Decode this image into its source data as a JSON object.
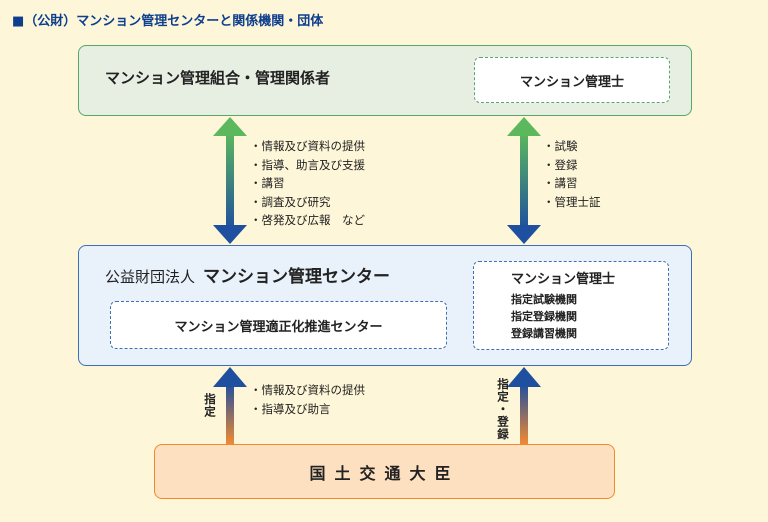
{
  "title": "■（公財）マンション管理センターと関係機関・団体",
  "top": {
    "label": "マンション管理組合・管理関係者",
    "sub": "マンション管理士"
  },
  "mid": {
    "prefix": "公益財団法人",
    "name": "マンション管理センター",
    "sub1": "マンション管理適正化推進センター",
    "sub2": {
      "heading": "マンション管理士",
      "lines": [
        "指定試験機関",
        "指定登録機関",
        "登録講習機関"
      ]
    }
  },
  "bottom": {
    "label": "国土交通大臣"
  },
  "left_upper_list": [
    "情報及び資料の提供",
    "指導、助言及び支援",
    "講習",
    "調査及び研究",
    "啓発及び広報　など"
  ],
  "right_upper_list": [
    "試験",
    "登録",
    "講習",
    "管理士証"
  ],
  "left_lower_list": [
    "情報及び資料の提供",
    "指導及び助言"
  ],
  "left_lower_label": "指定",
  "right_lower_label": "指定・登録",
  "colors": {
    "title": "#0e3f8f",
    "green": "#5aa66a",
    "blue": "#3d6fb5",
    "orange": "#f08a32",
    "background": "#fdf6d8"
  }
}
